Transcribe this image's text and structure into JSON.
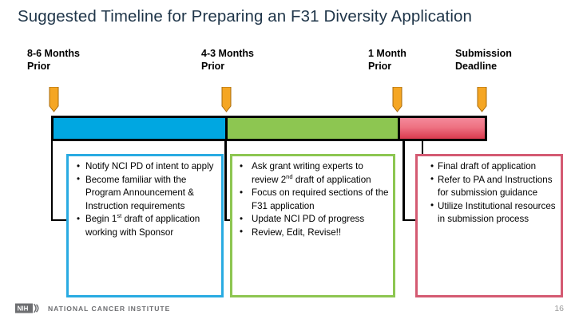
{
  "slide": {
    "title": "Suggested Timeline for Preparing an F31 Diversity Application",
    "page_number": "16"
  },
  "phases": [
    {
      "id": "phase-8-6-months",
      "label": "8-6 Months\nPrior",
      "color": "#00A7E1"
    },
    {
      "id": "phase-4-3-months",
      "label": "4-3 Months\nPrior",
      "color": "#8DC651"
    },
    {
      "id": "phase-1-month",
      "label": "1 Month\nPrior",
      "color": "#DB3B4E"
    },
    {
      "id": "phase-submission",
      "label": "Submission\nDeadline",
      "color": "#DB3B4E"
    }
  ],
  "timeline": {
    "segments": [
      {
        "name": "blue-segment",
        "color": "#00A7E1"
      },
      {
        "name": "green-segment",
        "color": "#8DC651"
      },
      {
        "name": "red-segment",
        "color": "#DB3B4E"
      }
    ],
    "marker_color": "#F5A623",
    "outline_color": "#000000"
  },
  "task_boxes": [
    {
      "id": "tasks-8-6-months",
      "border_color": "#29ABE2",
      "items": [
        {
          "text": "Notify NCI PD of intent to apply"
        },
        {
          "text": "Become familiar with the Program Announcement & Instruction requirements"
        },
        {
          "pre": "Begin 1",
          "sup": "st",
          "post": " draft of application working with Sponsor"
        }
      ]
    },
    {
      "id": "tasks-4-3-months",
      "border_color": "#8DC651",
      "items": [
        {
          "pre": "Ask grant writing experts to review 2",
          "sup": "nd",
          "post": " draft of application"
        },
        {
          "text": "Focus on required sections of the F31 application"
        },
        {
          "text": "Update NCI PD of progress"
        },
        {
          "text": "Review, Edit, Revise!!"
        }
      ]
    },
    {
      "id": "tasks-submission",
      "border_color": "#D45A72",
      "items": [
        {
          "text": "Final draft of application"
        },
        {
          "text": "Refer to PA and Instructions for submission guidance"
        },
        {
          "text": "Utilize Institutional resources in submission process"
        }
      ]
    }
  ],
  "footer": {
    "logo_mark": "NIH",
    "organization": "NATIONAL CANCER INSTITUTE"
  }
}
